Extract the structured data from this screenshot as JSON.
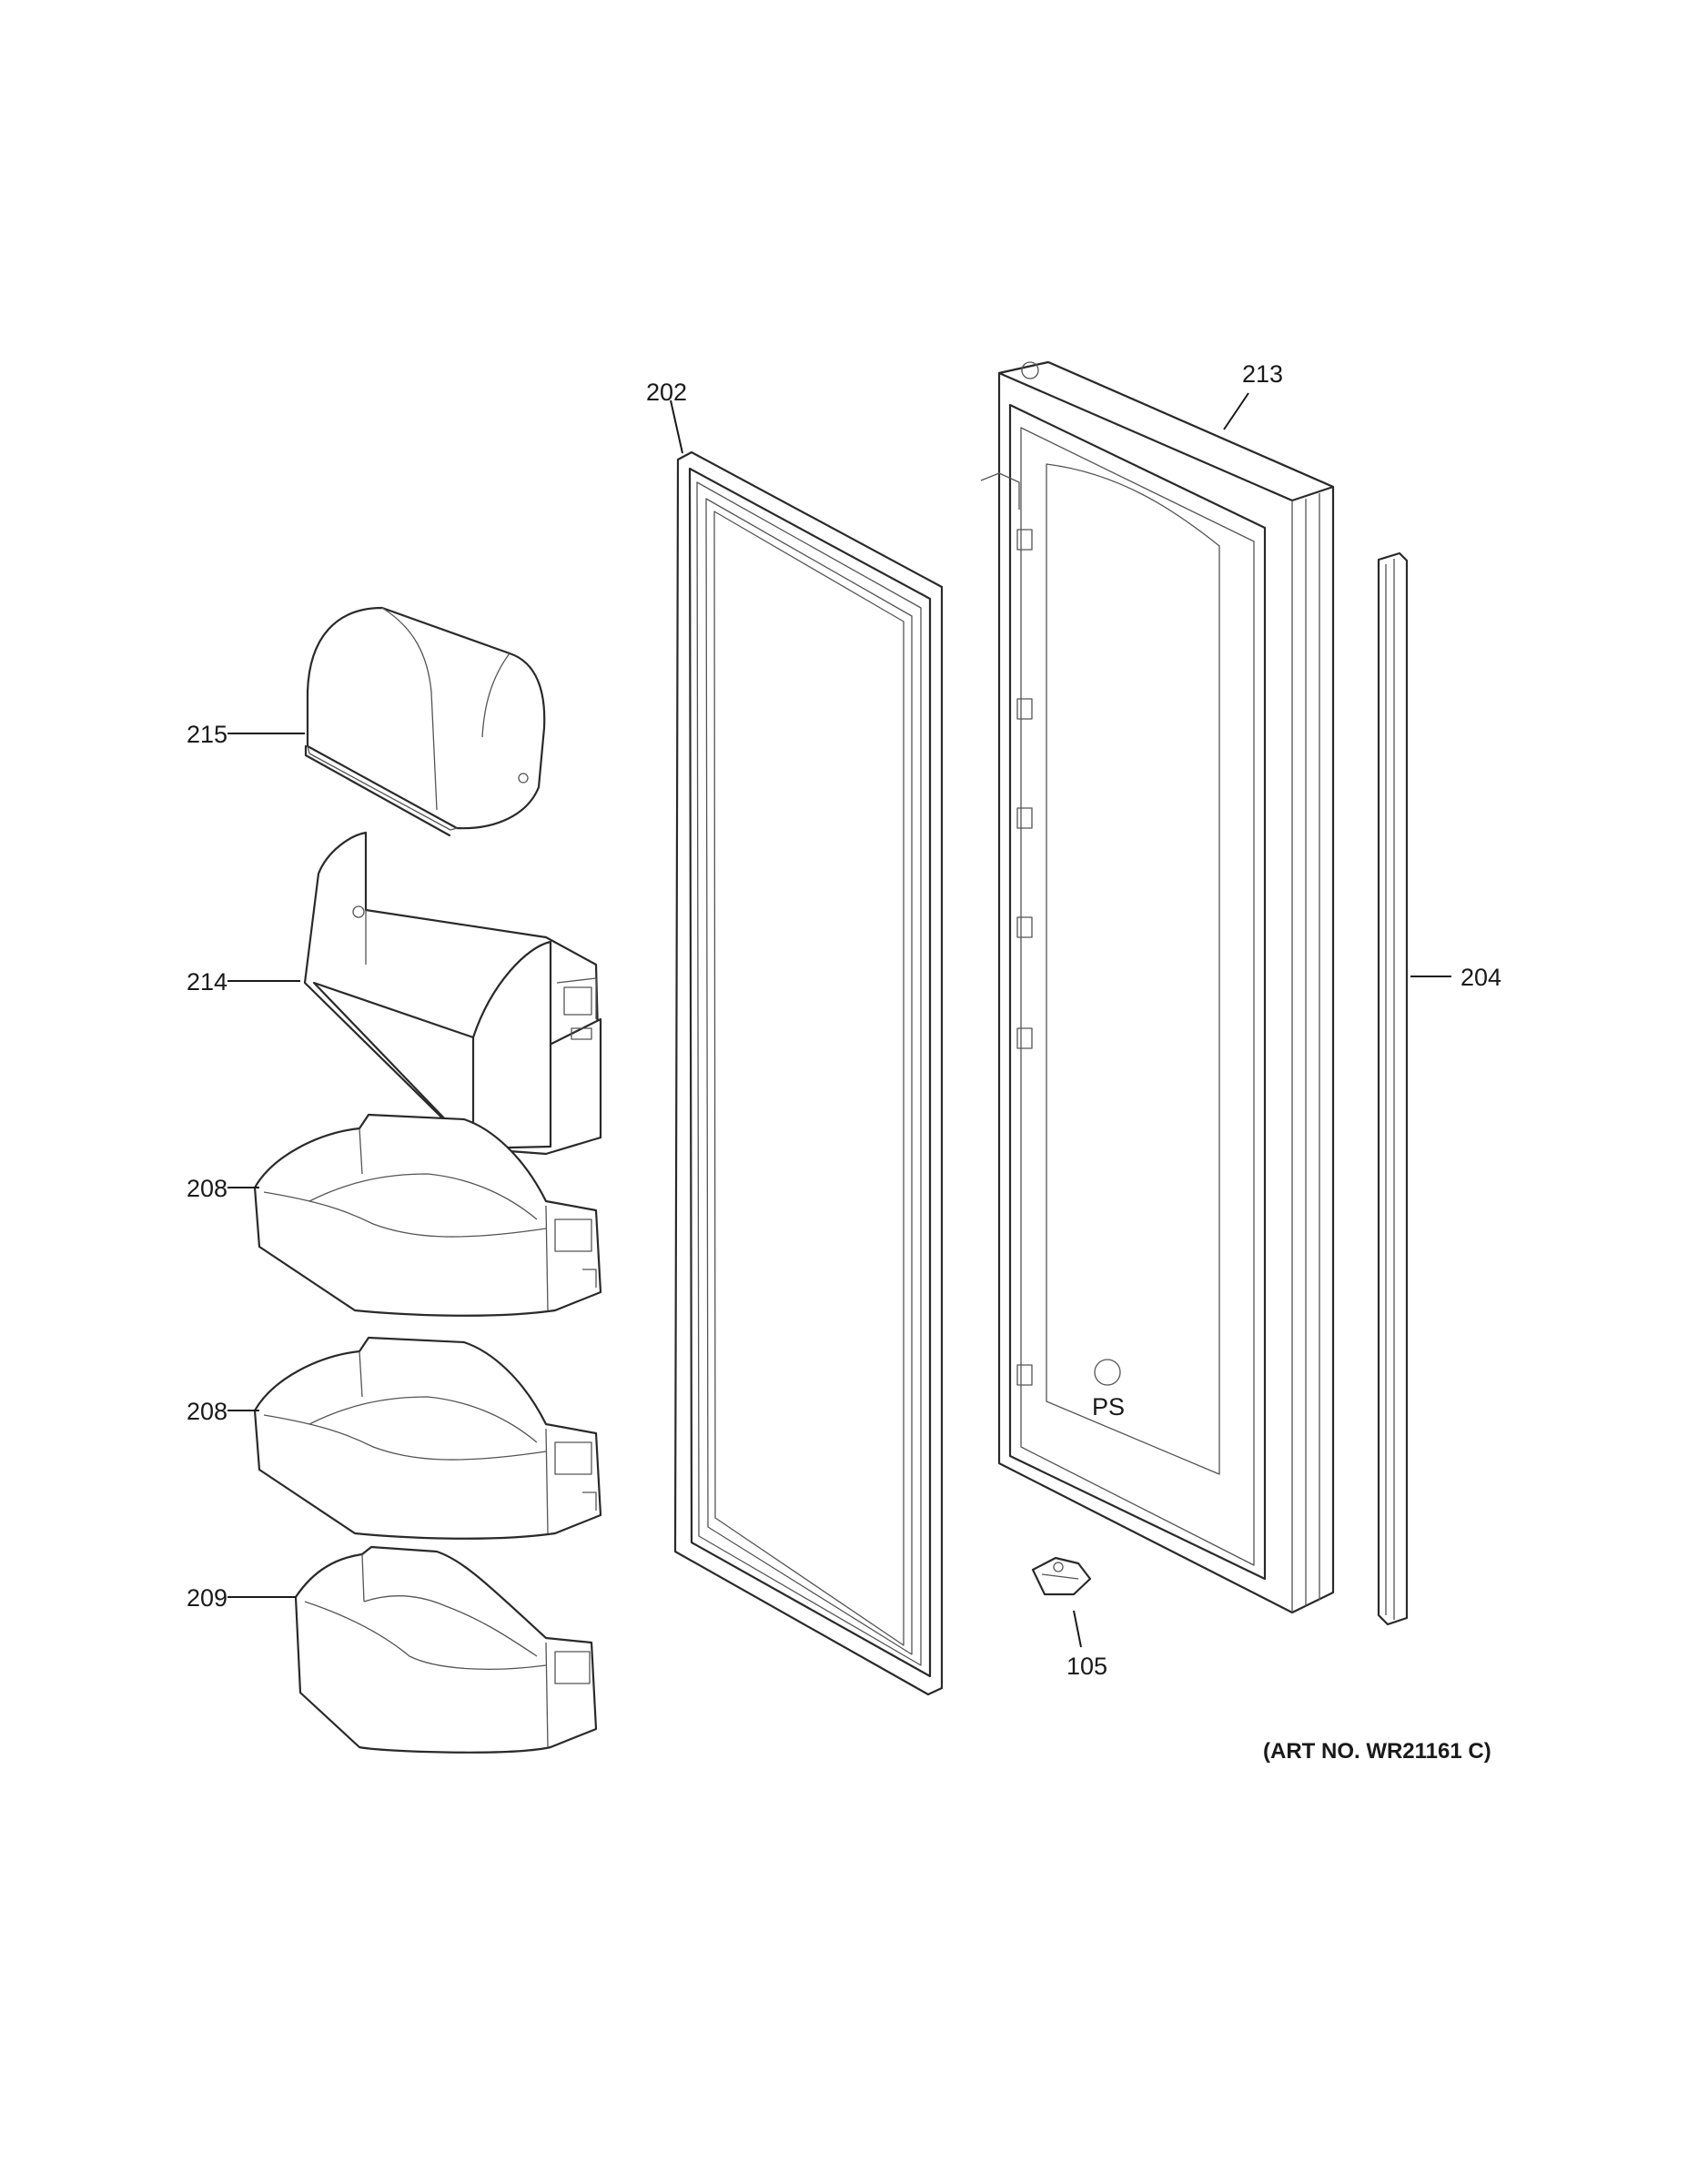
{
  "labels": {
    "p202": "202",
    "p213": "213",
    "p215": "215",
    "p214": "214",
    "p208a": "208",
    "p208b": "208",
    "p209": "209",
    "p204": "204",
    "p105": "105"
  },
  "art_number": "(ART NO. WR21161 C)",
  "recycle_mark": "PS"
}
